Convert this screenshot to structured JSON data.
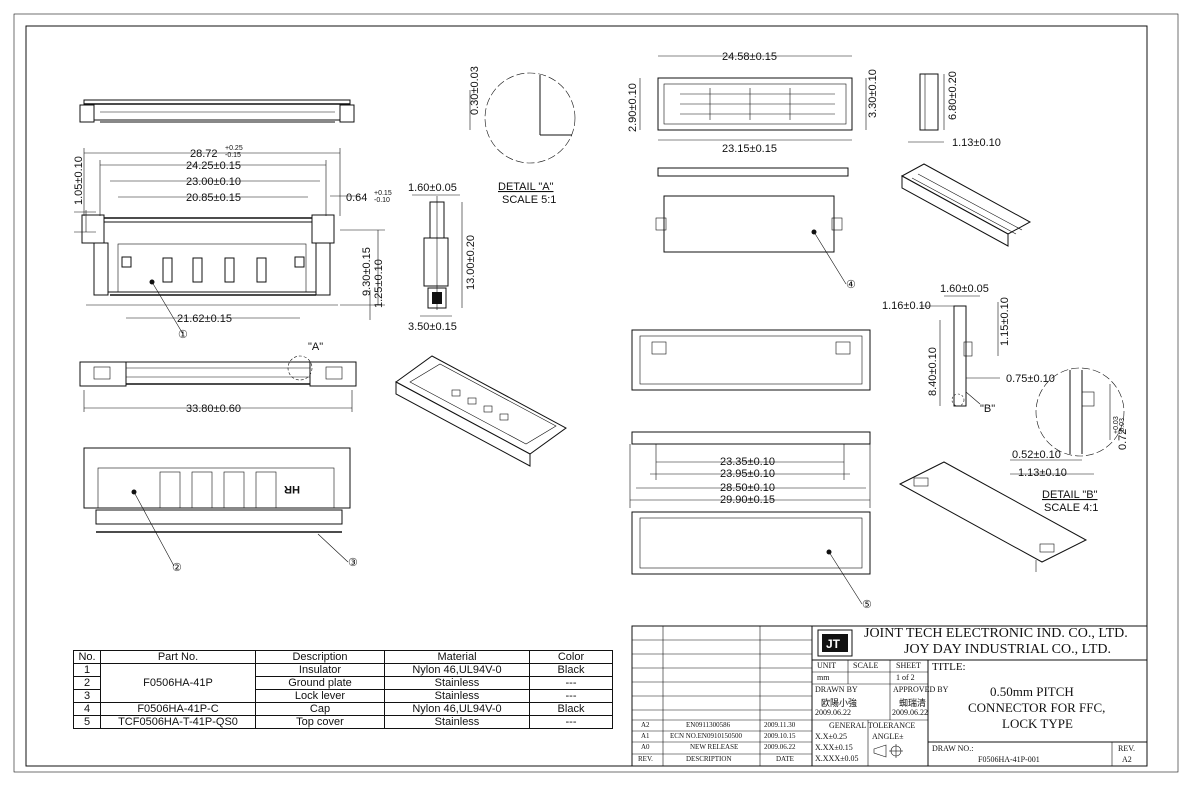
{
  "views": {
    "front_dims": {
      "d1": "28.72",
      "d1_tol_top": "+0.25",
      "d1_tol_bot": "-0.15",
      "d2": "24.25±0.15",
      "d3": "23.00±0.10",
      "d4": "20.85±0.15",
      "d5": "1.05±0.10",
      "d6": "0.64",
      "d6_tol_top": "+0.15",
      "d6_tol_bot": "-0.10",
      "d7": "9.30±0.15",
      "d8": "1.25±0.10",
      "d9": "21.62±0.15",
      "balloon1": "①"
    },
    "bottom_dims": {
      "d1": "33.80±0.60",
      "detail_a_marker": "\"A\""
    },
    "side_dims": {
      "d1": "1.60±0.05",
      "d2": "13.00±0.20",
      "d3": "3.50±0.15"
    },
    "detail_a": {
      "dim": "0.30±0.03",
      "title": "DETAIL \"A\"",
      "scale": "SCALE 5:1"
    },
    "lower_left": {
      "logo": "HR",
      "balloon2": "②",
      "balloon3": "③"
    },
    "right_top": {
      "d1": "24.58±0.15",
      "d2": "2.90±0.10",
      "d3": "3.30±0.10",
      "d4": "23.15±0.15",
      "d5": "6.80±0.20",
      "d6": "1.13±0.10",
      "balloon4": "④"
    },
    "right_lever": {
      "d1": "23.35±0.10",
      "d2": "23.95±0.10",
      "d3": "28.50±0.10",
      "d4": "29.90±0.15",
      "balloon5": "⑤"
    },
    "detail_b": {
      "d1": "1.60±0.05",
      "d2": "1.16±0.10",
      "d3": "1.15±0.10",
      "d4": "8.40±0.10",
      "d5": "0.75±0.10",
      "marker": "\"B\"",
      "d6": "0.52±0.10",
      "d7": "1.13±0.10",
      "d8": "0.72",
      "d8_tol_top": "+0.03",
      "d8_tol_bot": "-0.03",
      "title": "DETAIL \"B\"",
      "scale": "SCALE 4:1"
    }
  },
  "parts_table": {
    "headers": [
      "No.",
      "Part No.",
      "Description",
      "Material",
      "Color"
    ],
    "rows": [
      {
        "no": "1",
        "part": "F0506HA-41P",
        "desc": "Insulator",
        "mat": "Nylon 46,UL94V-0",
        "color": "Black"
      },
      {
        "no": "2",
        "part": "",
        "desc": "Ground plate",
        "mat": "Stainless",
        "color": "---"
      },
      {
        "no": "3",
        "part": "",
        "desc": "Lock lever",
        "mat": "Stainless",
        "color": "---"
      },
      {
        "no": "4",
        "part": "F0506HA-41P-C",
        "desc": "Cap",
        "mat": "Nylon 46,UL94V-0",
        "color": "Black"
      },
      {
        "no": "5",
        "part": "TCF0506HA-T-41P-QS0",
        "desc": "Top cover",
        "mat": "Stainless",
        "color": "---"
      }
    ]
  },
  "title_block": {
    "company1": "JOINT TECH ELECTRONIC IND. CO., LTD.",
    "company2": "JOY DAY INDUSTRIAL CO., LTD.",
    "unit_label": "UNIT",
    "unit_value": "mm",
    "scale_label": "SCALE",
    "sheet_label": "SHEET",
    "sheet_value": "1 of 2",
    "drawn_by_label": "DRAWN BY",
    "drawn_by_name": "欧陽小強",
    "drawn_date": "2009.06.22",
    "approved_by_label": "APPROVED BY",
    "approved_by_name": "蜘瑞清",
    "approved_date": "2009.06.22",
    "tolerance_label": "GENERAL TOLERANCE",
    "tol1": "X.X±0.25",
    "tol2": "X.XX±0.15",
    "tol3": "X.XXX±0.05",
    "angle_label": "ANGLE±",
    "title_label": "TITLE:",
    "title_line1": "0.50mm PITCH",
    "title_line2": "CONNECTOR FOR FFC,",
    "title_line3": "LOCK TYPE",
    "draw_no_label": "DRAW NO.:",
    "draw_no": "F0506HA-41P-001",
    "rev_label": "REV.",
    "rev_value": "A2",
    "revisions": [
      {
        "rev": "A2",
        "desc": "EN0911300586",
        "date": "2009.11.30"
      },
      {
        "rev": "A1",
        "desc": "ECN NO.EN0910150500",
        "date": "2009.10.15"
      },
      {
        "rev": "A0",
        "desc": "NEW RELEASE",
        "date": "2009.06.22"
      }
    ],
    "rev_header_rev": "REV.",
    "rev_header_desc": "DESCRIPTION",
    "rev_header_date": "DATE"
  },
  "colors": {
    "ink": "#111111",
    "paper": "#ffffff"
  }
}
